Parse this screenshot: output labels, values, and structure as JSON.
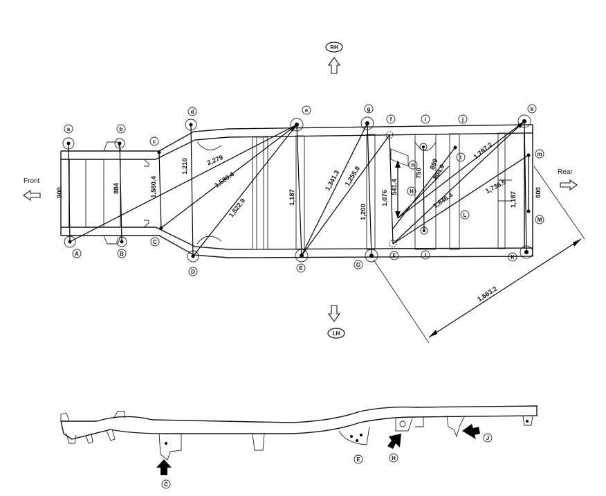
{
  "directions": {
    "rh": "RH",
    "lh": "LH",
    "front": "Front",
    "rear": "Rear"
  },
  "upper_points": [
    "a",
    "b",
    "c",
    "d",
    "e",
    "g",
    "f",
    "i",
    "j",
    "k",
    "m",
    "l",
    "h"
  ],
  "lower_points": [
    "A",
    "B",
    "C",
    "D",
    "E",
    "G",
    "F",
    "I",
    "K",
    "M",
    "L",
    "H"
  ],
  "side_points": [
    "C",
    "E",
    "H",
    "J"
  ],
  "dimensions": {
    "d900": "900",
    "d884": "884",
    "d1580_4a": "1,580.4",
    "d1210": "1,210",
    "d2279": "2,279",
    "d1580_4b": "1,580.4",
    "d1522_9": "1,522.9",
    "d1187a": "1,187",
    "d1341_3": "1,341.3",
    "d1255_8": "1,255.8",
    "d1200": "1,200",
    "d1076": "1,076",
    "d541_4": "541.4",
    "d750": "750",
    "d899": "899",
    "d804_9": "804.9",
    "d1797_2": "1,797.2",
    "d1846_4": "1,846.4",
    "d1736_5": "1,736.5",
    "d1187b": "1,187",
    "d600": "600",
    "d1663_2": "1,663.2"
  }
}
